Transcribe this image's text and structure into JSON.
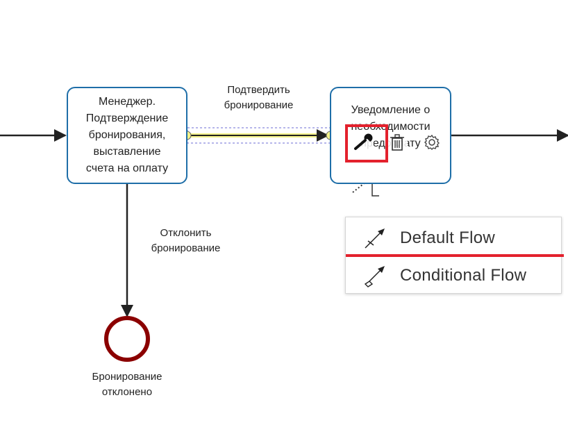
{
  "tasks": {
    "manager": {
      "text": "Менеджер.\nПодтверждение\nбронирования,\nвыставление\nсчета на оплату"
    },
    "notify": {
      "text": "Уведомление о\nнеобходимости\nпредоплату"
    }
  },
  "flows": {
    "confirm": {
      "label": "Подтвердить\nбронирование"
    },
    "reject": {
      "label": "Отклонить\nбронирование"
    }
  },
  "end_event": {
    "label": "Бронирование\nотклонено"
  },
  "context_pad": {
    "icons": [
      "wrench-icon",
      "trash-icon",
      "gear-icon",
      "connect-icon",
      "annotation-icon"
    ]
  },
  "menu": {
    "items": [
      {
        "label": "Default Flow",
        "icon": "default-flow-icon"
      },
      {
        "label": "Conditional Flow",
        "icon": "conditional-flow-icon"
      }
    ]
  },
  "colors": {
    "task_border": "#1e6ea8",
    "end_event_border": "#8b0000",
    "highlight": "#e3212d",
    "selection_dash": "#6b6bd6",
    "handle_fill": "#f4f28a"
  }
}
